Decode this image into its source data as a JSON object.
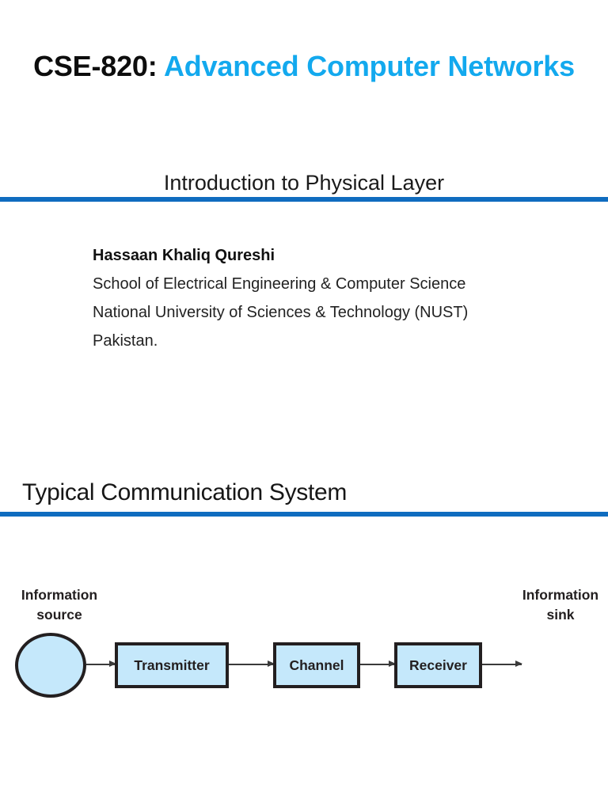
{
  "slide_one": {
    "title": {
      "code": "CSE-820:",
      "name": "Advanced Computer Networks",
      "code_color": "#0d0d0d",
      "name_color": "#13a9ee"
    },
    "subtitle": "Introduction to Physical Layer",
    "rule_color": "#0f6cbf",
    "author": {
      "name": "Hassaan Khaliq Qureshi",
      "affiliation_lines": [
        "School of Electrical Engineering & Computer Science",
        "National University of Sciences & Technology (NUST)",
        "Pakistan."
      ]
    }
  },
  "slide_two": {
    "heading": "Typical Communication System",
    "rule_color": "#0f6cbf",
    "diagram": {
      "node_fill": "#c5e8fb",
      "node_stroke": "#231f20",
      "source_label_line1": "Information",
      "source_label_line2": "source",
      "sink_label_line1": "Information",
      "sink_label_line2": "sink",
      "blocks": [
        {
          "label": "Transmitter"
        },
        {
          "label": "Channel"
        },
        {
          "label": "Receiver"
        }
      ]
    }
  }
}
